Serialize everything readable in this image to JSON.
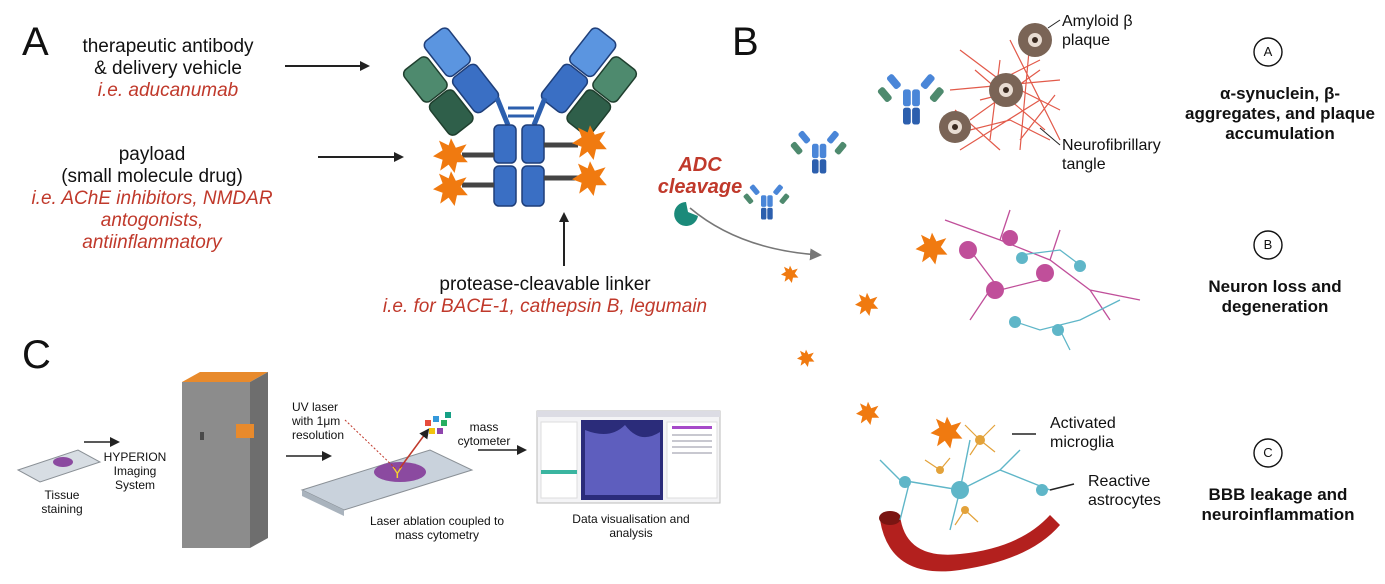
{
  "panels": {
    "a": "A",
    "b": "B",
    "c": "C"
  },
  "section_a": {
    "antibody_line1": "therapeutic antibody",
    "antibody_line2": "& delivery vehicle",
    "antibody_example": "i.e. aducanumab",
    "payload_line1": "payload",
    "payload_line2": "(small molecule drug)",
    "payload_example_1": "i.e. AChE inhibitors, NMDAR",
    "payload_example_2": "antogonists,",
    "payload_example_3": "antiinflammatory",
    "linker_label": "protease-cleavable linker",
    "linker_example": "i.e. for BACE-1, cathepsin B, legumain"
  },
  "section_b": {
    "adc_line1": "ADC",
    "adc_line2": "cleavage",
    "amyloid_line1": "Amyloid β",
    "amyloid_line2": "plaque",
    "tangle_line1": "Neurofibrillary",
    "tangle_line2": "tangle",
    "microglia_line1": "Activated",
    "microglia_line2": "microglia",
    "astro_line1": "Reactive",
    "astro_line2": "astrocytes",
    "badges": [
      "A",
      "B",
      "C"
    ],
    "outcome_a": [
      "α-synuclein, β-",
      "aggregates, and plaque",
      "accumulation"
    ],
    "outcome_b": [
      "Neuron loss and",
      "degeneration"
    ],
    "outcome_c": [
      "BBB leakage and",
      "neuroinflammation"
    ]
  },
  "section_c": {
    "tissue_1": "Tissue",
    "tissue_2": "staining",
    "hyperion_1": "HYPERION",
    "hyperion_2": "Imaging",
    "hyperion_3": "System",
    "uv_1": "UV laser",
    "uv_2": "with 1μm",
    "uv_3": "resolution",
    "mass_1": "mass",
    "mass_2": "cytometer",
    "ablation_1": "Laser ablation coupled to",
    "ablation_2": "mass cytometry",
    "data_1": "Data visualisation and",
    "data_2": "analysis"
  },
  "colors": {
    "antibody_light": "#4a86d8",
    "antibody_dark": "#2c5fae",
    "fab_green": "#4e8a6e",
    "fab_dark": "#2f5f4a",
    "payload_orange": "#f07a10",
    "example_red": "#c0392b",
    "neuron_pink": "#c04f9a",
    "astro_teal": "#5fb6c8",
    "tangle_red": "#e25a4a",
    "vessel_red": "#b3201e"
  }
}
